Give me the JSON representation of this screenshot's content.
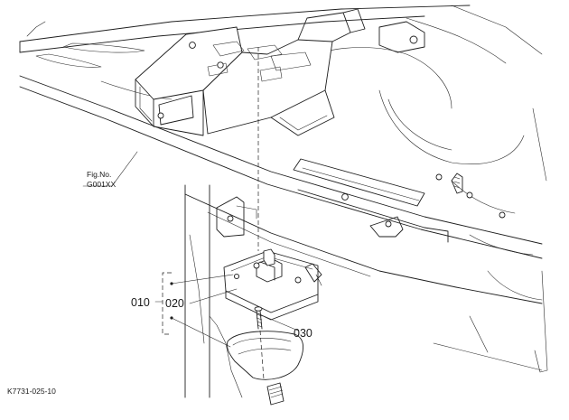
{
  "diagram": {
    "figure_reference": {
      "label": "Fig.No.",
      "code": "G001XX"
    },
    "callouts": [
      {
        "id": "010",
        "text": "010"
      },
      {
        "id": "020",
        "text": "020"
      },
      {
        "id": "030",
        "text": "030"
      }
    ],
    "drawing_number": "K7731-025-10"
  }
}
